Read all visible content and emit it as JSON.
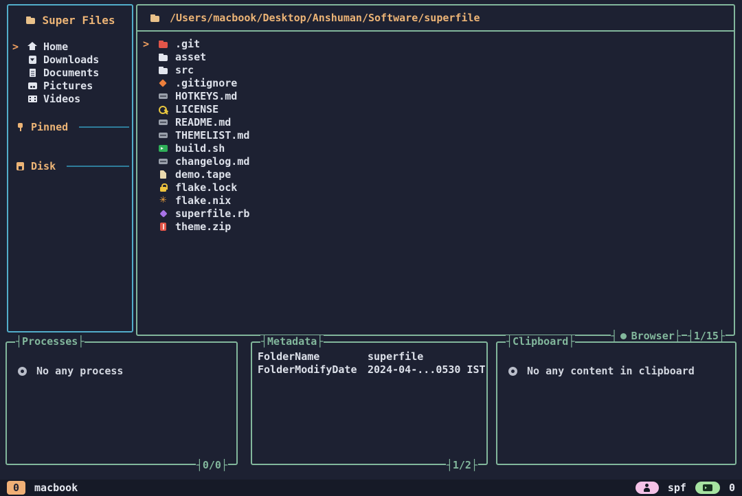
{
  "palette": {
    "background": "#1d2132",
    "statusbar_background": "#161a27",
    "sidebar_border": "#52aecb",
    "panel_border": "#82b79c",
    "accent_text": "#ecb476",
    "file_text": "#dde1ea",
    "cursor": "#f0a060",
    "pink_badge": "#f5c2e7",
    "green_badge": "#a6e3a1",
    "peach_badge": "#f0b076"
  },
  "sidebar": {
    "title": "Super Files",
    "items": [
      {
        "label": "Home",
        "icon": "home-icon",
        "active": true
      },
      {
        "label": "Downloads",
        "icon": "download-icon"
      },
      {
        "label": "Documents",
        "icon": "document-icon"
      },
      {
        "label": "Pictures",
        "icon": "picture-icon"
      },
      {
        "label": "Videos",
        "icon": "video-icon"
      }
    ],
    "sections": [
      {
        "label": "Pinned",
        "icon": "pin-icon"
      },
      {
        "label": "Disk",
        "icon": "disk-icon"
      }
    ]
  },
  "main": {
    "path": "/Users/macbook/Desktop/Anshuman/Software/superfile",
    "files": [
      {
        "name": ".git",
        "icon": "git-folder-icon",
        "cursor": true
      },
      {
        "name": "asset",
        "icon": "folder-icon"
      },
      {
        "name": "src",
        "icon": "folder-icon"
      },
      {
        "name": ".gitignore",
        "icon": "gitignore-icon"
      },
      {
        "name": "HOTKEYS.md",
        "icon": "markdown-icon"
      },
      {
        "name": "LICENSE",
        "icon": "key-icon"
      },
      {
        "name": "README.md",
        "icon": "markdown-icon"
      },
      {
        "name": "THEMELIST.md",
        "icon": "markdown-icon"
      },
      {
        "name": "build.sh",
        "icon": "shell-script-icon"
      },
      {
        "name": "changelog.md",
        "icon": "markdown-icon"
      },
      {
        "name": "demo.tape",
        "icon": "tape-file-icon"
      },
      {
        "name": "flake.lock",
        "icon": "lock-icon"
      },
      {
        "name": "flake.nix",
        "icon": "nix-icon"
      },
      {
        "name": "superfile.rb",
        "icon": "ruby-icon"
      },
      {
        "name": "theme.zip",
        "icon": "zip-icon"
      }
    ],
    "footer": {
      "mode": "Browser",
      "counter": "1/15"
    }
  },
  "processes": {
    "title": "Processes",
    "empty_text": "No any process",
    "counter": "0/0"
  },
  "metadata": {
    "title": "Metadata",
    "rows": [
      {
        "key": "FolderName",
        "value": "superfile"
      },
      {
        "key": "FolderModifyDate",
        "value": "2024-04-...0530 IST"
      }
    ],
    "counter": "1/2"
  },
  "clipboard": {
    "title": "Clipboard",
    "empty_text": "No any content in clipboard"
  },
  "statusbar": {
    "tab_badge": "0",
    "host": "macbook",
    "session": "spf",
    "right_badge": "0"
  }
}
